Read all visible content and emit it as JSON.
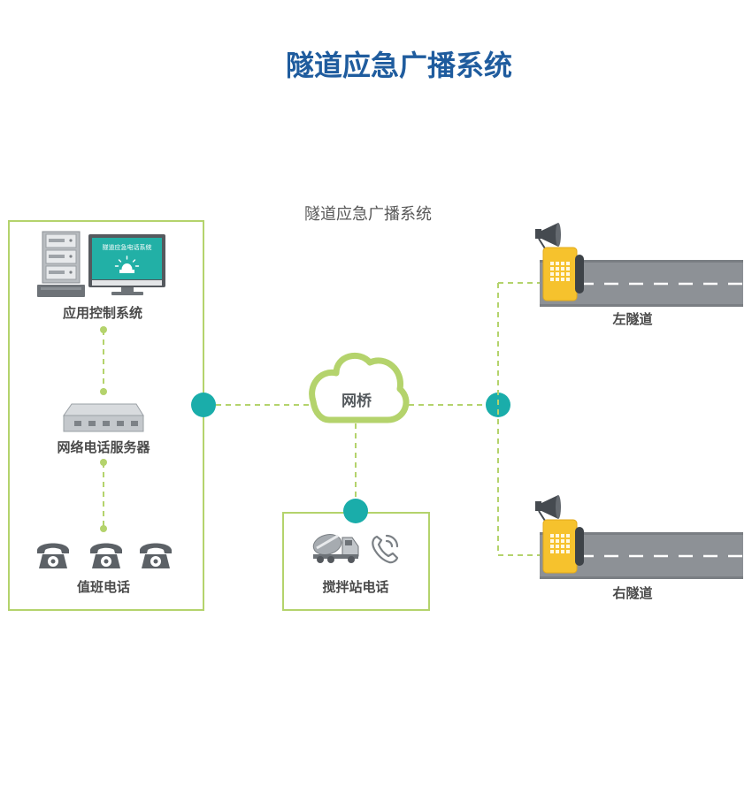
{
  "title": "隧道应急广播系统",
  "colors": {
    "title": "#1f5c9e",
    "connector_green": "#b4d36c",
    "node_teal": "#1aadaa",
    "phone_yellow": "#f6c22d",
    "road_gray": "#8d9196",
    "icon_gray": "#5c6166",
    "label_text": "#4a4a4a"
  },
  "diagram": {
    "subtitle": "隧道应急广播系统",
    "control_room": {
      "app_control": {
        "label": "应用控制系统",
        "screen_text": "隧道应急电话系统",
        "icons": [
          "server-rack-icon",
          "monitor-icon",
          "siren-icon"
        ]
      },
      "phone_server": {
        "label": "网络电话服务器",
        "icon": "network-switch-icon"
      },
      "duty_phones": {
        "label": "值班电话",
        "icon": "telephone-icon"
      }
    },
    "bridge": {
      "label": "网桥",
      "icon": "cloud-icon"
    },
    "mixing_station": {
      "label": "搅拌站电话",
      "icons": [
        "concrete-mixer-truck-icon",
        "phone-handset-icon"
      ]
    },
    "tunnels": [
      {
        "label": "左隧道",
        "icons": [
          "horn-speaker-icon",
          "emergency-phone-icon",
          "road-icon"
        ]
      },
      {
        "label": "右隧道",
        "icons": [
          "horn-speaker-icon",
          "emergency-phone-icon",
          "road-icon"
        ]
      }
    ]
  }
}
